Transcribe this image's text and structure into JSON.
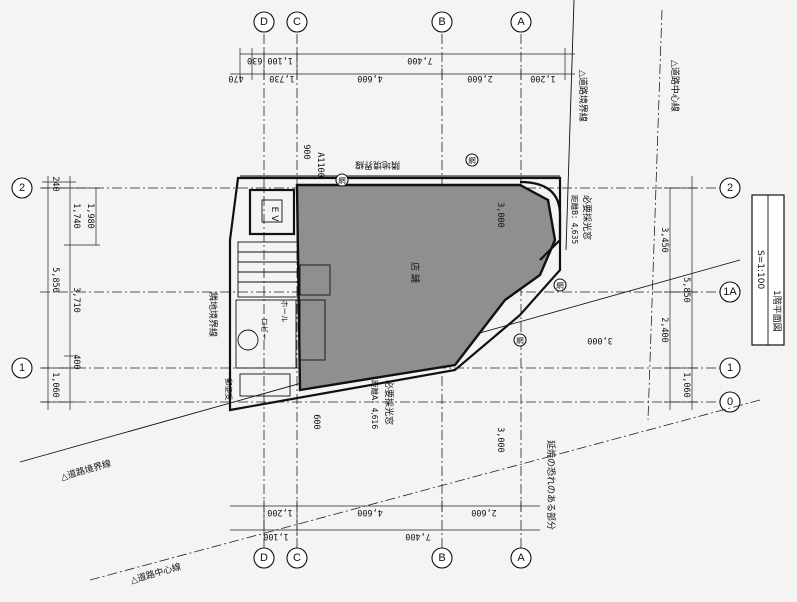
{
  "grid": {
    "columns": [
      "D",
      "C",
      "B",
      "A"
    ],
    "rows": [
      "2",
      "1A",
      "1",
      "0"
    ]
  },
  "dimensions": {
    "top_total": "7,400",
    "top_small": "1,100  630",
    "top_spans": [
      "470",
      "1,730",
      "4,600",
      "2,600",
      "1,200"
    ],
    "bottom_total": "7,400",
    "bottom_small": "1,100",
    "bottom_spans": [
      "1,200",
      "4,600",
      "2,600"
    ],
    "left_total": "5,850",
    "left_spans": [
      "240",
      "1,740",
      "3,710",
      "400",
      "1,060"
    ],
    "left_inner": "1,980",
    "right_total": "5,850",
    "right_spans": [
      "3,450",
      "2,400",
      "1,060"
    ],
    "tick_900": "900",
    "tick_600": "600",
    "tick_a1100": "A1100",
    "d3000_a": "3,000",
    "d3000_b": "3,000",
    "d3000_c": "3,000"
  },
  "labels": {
    "neighbor_boundary_top": "隣地境界線",
    "neighbor_boundary_left": "隣地境界線",
    "road_boundary_left": "△道路境界線",
    "road_boundary_right": "△道路境界線",
    "road_center_bottom": "△道路中心線",
    "road_center_right": "△道路中心線",
    "shop": "店 舗",
    "ev": "E V",
    "hall": "ホール",
    "lobby": "ロビー",
    "window_req_a": "必要採光窓",
    "window_req_b": "必要採光窓",
    "distance_a": "距離A：4,616",
    "distance_b": "距離B：4,635",
    "setback": "延焼の恐れのある部分",
    "mailbox": "郵便受",
    "scale": "S=1:100",
    "plan_title": "1階平面図",
    "marker_1": "網",
    "marker_2": "網",
    "marker_3": "網",
    "marker_4": "網"
  }
}
